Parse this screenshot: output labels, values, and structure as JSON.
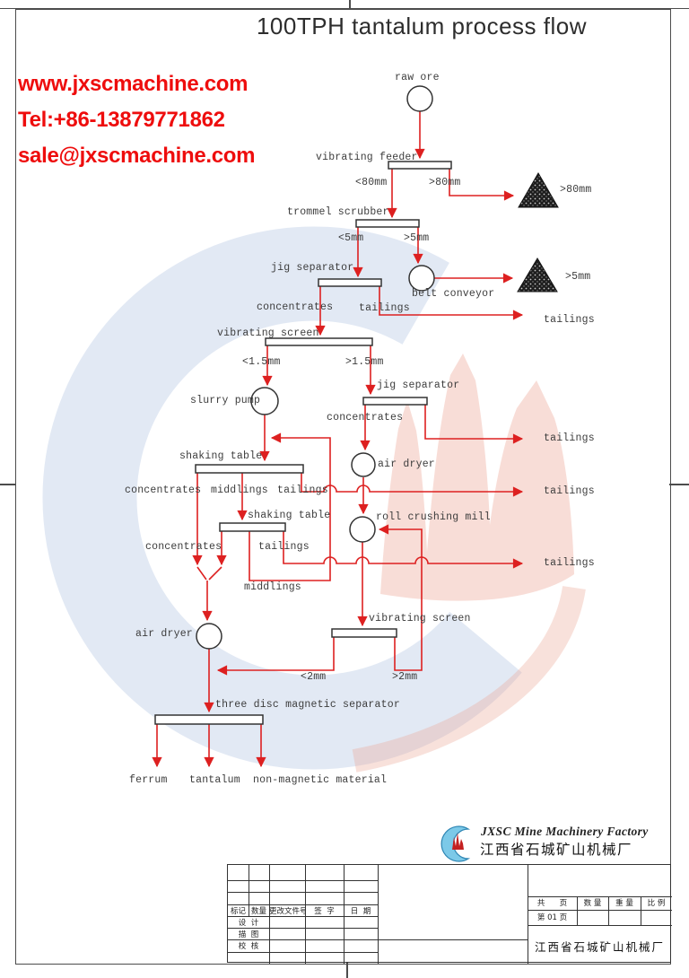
{
  "page": {
    "title": "100TPH tantalum process flow"
  },
  "contact": {
    "website": "www.jxscmachine.com",
    "tel": "Tel:+86-13879771862",
    "email": "sale@jxscmachine.com",
    "text_color": "#ee0d0d"
  },
  "colors": {
    "flow_line_red": "#dd2020",
    "node_stroke": "#333333",
    "label_text": "#3c3c3c"
  },
  "flow": {
    "raw_ore": "raw ore",
    "vibrating_feeder": "vibrating feeder",
    "trommel_scrubber": "trommel scrubber",
    "jig_separator": "jig separator",
    "belt_conveyor": "belt conveyor",
    "vibrating_screen": "vibrating screen",
    "slurry_pump": "slurry pump",
    "shaking_table": "shaking table",
    "air_dryer": "air dryer",
    "roll_crushing_mill": "roll crushing mill",
    "three_disc_magnetic_separator": "three disc magnetic separator",
    "concentrates": "concentrates",
    "middlings": "middlings",
    "tailings": "tailings",
    "ferrum": "ferrum",
    "tantalum": "tantalum",
    "non_magnetic_material": "non-magnetic material",
    "size_lt_80": "<80mm",
    "size_gt_80": ">80mm",
    "size_lt_5": "<5mm",
    "size_gt_5": ">5mm",
    "size_lt_1_5": "<1.5mm",
    "size_gt_1_5": ">1.5mm",
    "size_lt_2": "<2mm",
    "size_gt_2": ">2mm"
  },
  "footer_logo": {
    "en": "JXSC Mine Machinery Factory",
    "cn": "江西省石城矿山机械厂"
  },
  "title_block": {
    "mark": "标记",
    "qty": "数量",
    "change_doc_no": "更改文件号",
    "signature": "签  字",
    "date": "日  期",
    "design": "设  计",
    "tracing": "描  图",
    "check": "校  核",
    "total_pages": "共      页",
    "page_no": "第 01 页",
    "quantity": "数 量",
    "weight": "重 量",
    "scale": "比 例",
    "company": "江西省石城矿山机械厂"
  }
}
